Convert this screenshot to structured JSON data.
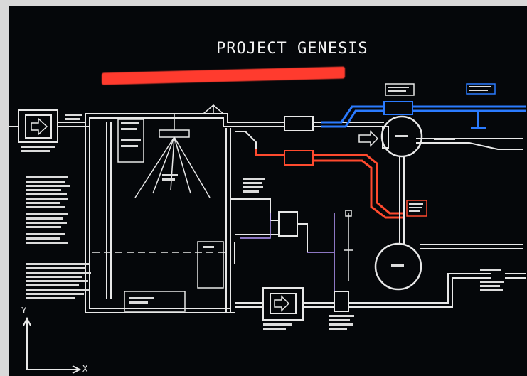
{
  "screen": {
    "title": "PROJECT GENESIS"
  },
  "axes": {
    "x_label": "X",
    "y_label": "Y"
  },
  "colors": {
    "background": "#05070a",
    "line": "#e8e8e8",
    "hot_line": "#ff4a2e",
    "cold_line": "#2b7bff",
    "title_bar": "#ff3b2e"
  },
  "icons": {
    "inlet_box": "arrow-right-icon",
    "pump_box": "arrow-right-icon",
    "vessel_upper": "tank-icon",
    "vessel_lower": "tank-icon"
  }
}
